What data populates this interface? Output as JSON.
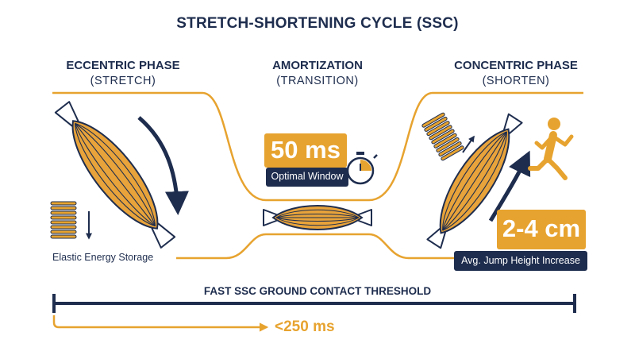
{
  "title": "STRETCH-SHORTENING CYCLE (SSC)",
  "phases": [
    {
      "name": "ECCENTRIC PHASE",
      "sub": "(STRETCH)"
    },
    {
      "name": "AMORTIZATION",
      "sub": "(TRANSITION)"
    },
    {
      "name": "CONCENTRIC PHASE",
      "sub": "(SHORTEN)"
    }
  ],
  "eccentric": {
    "caption": "Elastic Energy Storage"
  },
  "amortization": {
    "time": "50 ms",
    "badge": "Optimal Window"
  },
  "concentric": {
    "value": "2-4 cm",
    "badge": "Avg. Jump Height Increase"
  },
  "threshold": {
    "label": "FAST SSC GROUND CONTACT THRESHOLD",
    "limit": "<250 ms"
  },
  "icons": [
    "spring-icon",
    "muscle-icon",
    "stopwatch-icon",
    "runner-icon",
    "arrow-icon"
  ],
  "colors": {
    "navy": "#1e2d4e",
    "orange": "#e7a32f",
    "muscle_fill": "#e8a33a"
  }
}
